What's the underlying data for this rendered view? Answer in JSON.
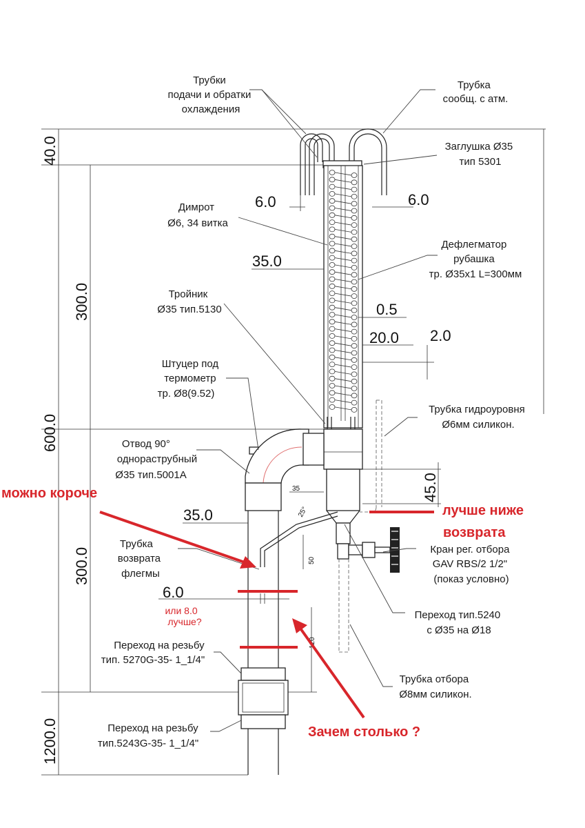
{
  "labels": {
    "tubes_supply": [
      "Трубки",
      "подачи и обратки",
      "охлаждения"
    ],
    "tube_atm": [
      "Трубка",
      "сообщ. с атм."
    ],
    "plug": [
      "Заглушка Ø35",
      "тип 5301"
    ],
    "dimroth": [
      "Димрот",
      "Ø6, 34 витка"
    ],
    "dephleg": [
      "Дефлегматор",
      "рубашка",
      "тр. Ø35х1 L=300мм"
    ],
    "tee": [
      "Тройник",
      "Ø35 тип.5130"
    ],
    "thermo": [
      "Штуцер под",
      "термометр",
      "тр. Ø8(9.52)"
    ],
    "level_tube": [
      "Трубка гидроуровня",
      "Ø6мм силикон."
    ],
    "elbow": [
      "Отвод 90°",
      "однораструбный",
      "Ø35 тип.5001А"
    ],
    "reflux_tube": [
      "Трубка",
      "возврата",
      "флегмы"
    ],
    "valve": [
      "Кран рег. отбора",
      "GAV RBS/2   1/2\"",
      "(показ условно)"
    ],
    "adapter": [
      "Переход тип.5240",
      "с Ø35 на Ø18"
    ],
    "thread1": [
      "Переход на резьбу",
      "тип. 5270G-35- 1_1/4\""
    ],
    "takeoff_tube": [
      "Трубка отбора",
      "Ø8мм силикон."
    ],
    "thread2": [
      "Переход на резьбу",
      "тип.5243G-35- 1_1/4\""
    ]
  },
  "dimensions": {
    "d40": "40.0",
    "d300_top": "300.0",
    "d600": "600.0",
    "d300_bot": "300.0",
    "d1200": "1200.0",
    "d6_left": "6.0",
    "d6_right": "6.0",
    "d35_top": "35.0",
    "d05": "0.5",
    "d20": "20.0",
    "d2": "2.0",
    "d45": "45.0",
    "d35_mid": "35.0",
    "d6_bot": "6.0",
    "d35_small": "35",
    "d25": "25°",
    "d50": "50",
    "d120": "120"
  },
  "annotations": {
    "shorter": "можно короче",
    "lower_line1": "лучше ниже",
    "lower_line2": "возврата",
    "or8_line1": "или 8.0",
    "or8_line2": "лучше?",
    "why": "Зачем столько ?"
  },
  "colors": {
    "annotation_red": "#d8262b",
    "line": "#222222"
  }
}
